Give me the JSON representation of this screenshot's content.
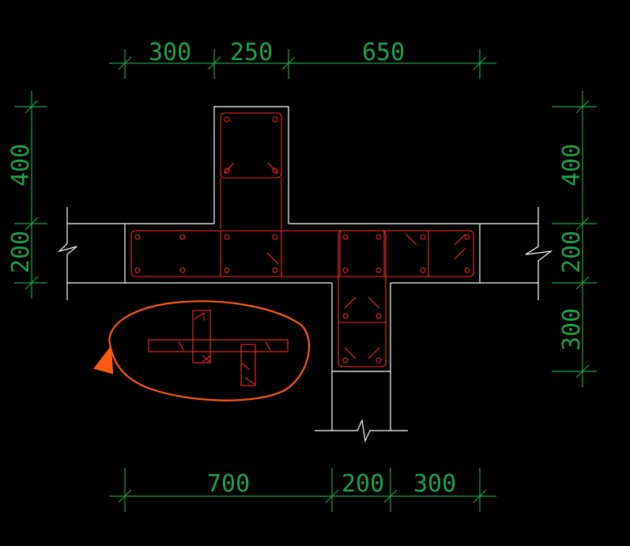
{
  "dimensions": {
    "top": [
      "300",
      "250",
      "650"
    ],
    "bottom": [
      "700",
      "200",
      "300"
    ],
    "left": [
      "400",
      "200"
    ],
    "right": [
      "400",
      "200",
      "300"
    ]
  },
  "colors": {
    "background": "#000000",
    "dimension": "#1fa24a",
    "outline": "#ffffff",
    "rebar": "#ff2a2a",
    "markup": "#ff5a14"
  }
}
